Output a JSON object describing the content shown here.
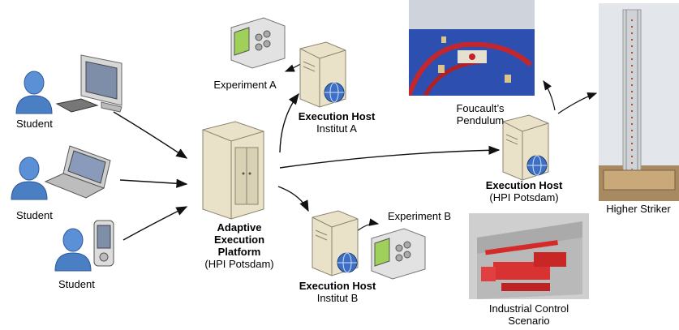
{
  "students": [
    "Student",
    "Student",
    "Student"
  ],
  "platform": {
    "title_line1": "Adaptive",
    "title_line2": "Execution",
    "title_line3": "Platform",
    "subtitle": "(HPI Potsdam)"
  },
  "host_a": {
    "title": "Execution Host",
    "subtitle": "Institut A",
    "experiment": "Experiment A"
  },
  "host_b": {
    "title": "Execution Host",
    "subtitle": "Institut B",
    "experiment": "Experiment B"
  },
  "host_hpi": {
    "title": "Execution Host",
    "subtitle": "(HPI Potsdam)"
  },
  "experiments": {
    "pendulum_line1": "Foucault’s",
    "pendulum_line2": "Pendulum",
    "industrial_line1": "Industrial Control",
    "industrial_line2": "Scenario",
    "striker": "Higher Striker"
  },
  "icons": [
    "user-icon",
    "desktop-computer-icon",
    "laptop-icon",
    "pda-icon",
    "server-icon",
    "globe-icon",
    "lab-instrument-icon"
  ],
  "colors": {
    "user_blue": "#4a7fc4",
    "server_beige": "#e9e2c8",
    "instrument_green": "#9fd05a",
    "arrow": "#111111"
  }
}
